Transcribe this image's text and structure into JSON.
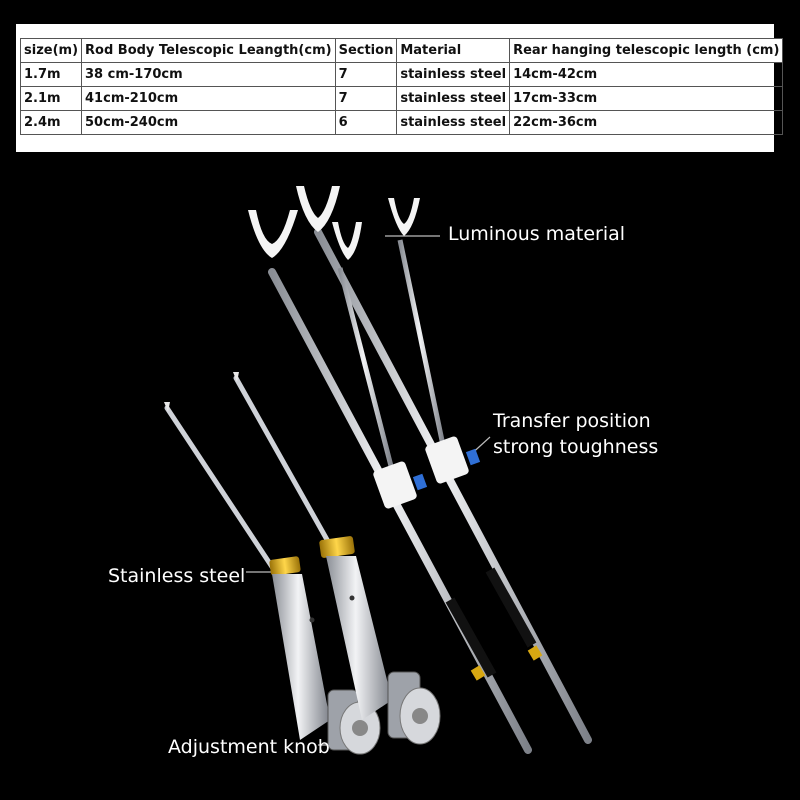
{
  "specs": {
    "headers": [
      "size(m)",
      "Rod Body Telescopic Leangth(cm)",
      "Section",
      "Material",
      "Rear hanging telescopic length  (cm)"
    ],
    "rows": [
      [
        "1.7m",
        "38 cm-170cm",
        "7",
        "stainless steel",
        "14cm-42cm"
      ],
      [
        "2.1m",
        "41cm-210cm",
        "7",
        "stainless steel",
        "17cm-33cm"
      ],
      [
        "2.4m",
        "50cm-240cm",
        "6",
        "stainless steel",
        "22cm-36cm"
      ]
    ]
  },
  "callouts": {
    "luminous": "Luminous material",
    "transfer_line1": "Transfer position",
    "transfer_line2": "strong toughness",
    "stainless": "Stainless steel",
    "knob": "Adjustment knob"
  },
  "colors": {
    "background": "#000000",
    "gold_ring": "#d8a812",
    "steel": "#c9ccd2",
    "bracket": "#f4f4f4",
    "accent_blue": "#2f6fd6"
  }
}
